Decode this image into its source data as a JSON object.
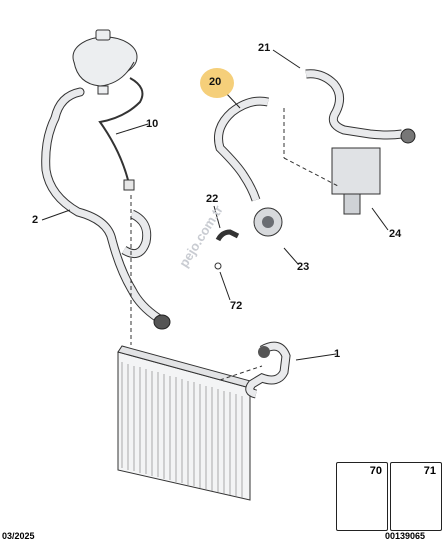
{
  "labels": {
    "p1": "1",
    "p2": "2",
    "p10": "10",
    "p20": "20",
    "p21": "21",
    "p22": "22",
    "p23": "23",
    "p24": "24",
    "p72": "72"
  },
  "inset": {
    "left_number": "70",
    "right_number": "71"
  },
  "footer": {
    "date": "03/2025",
    "code": "00139065"
  },
  "watermark": "pejo.com.tr",
  "colors": {
    "highlight": "#f5cf7a",
    "line": "#222222",
    "part_fill": "#e9eaec"
  }
}
